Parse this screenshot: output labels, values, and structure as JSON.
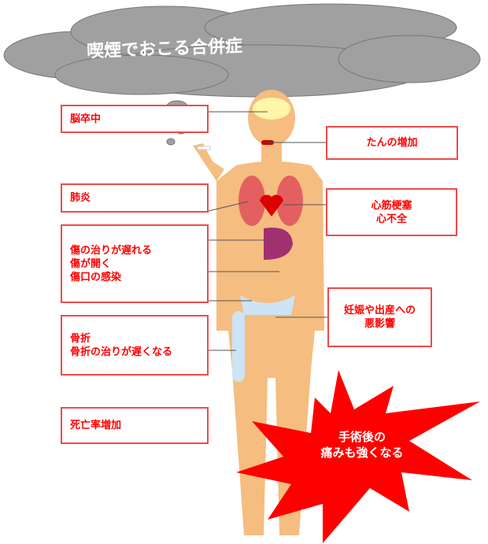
{
  "title": "喫煙でおこる合併症",
  "labels": {
    "stroke": "脳卒中",
    "sputum": "たんの増加",
    "pneumonia": "肺炎",
    "heart": [
      "心筋梗塞",
      "心不全"
    ],
    "wound": [
      "傷の治りが遅れる",
      "傷が開く",
      "傷口の感染"
    ],
    "pregnancy": [
      "妊娠や出産への",
      "悪影響"
    ],
    "fracture": [
      "骨折",
      "骨折の治りが遅くなる"
    ],
    "mortality": "死亡率増加"
  },
  "burst": [
    "手術後の",
    "痛みも強くなる"
  ],
  "colors": {
    "accent": "#f00",
    "skin": "#f5bd80",
    "cloud": "#a0a0a0"
  }
}
